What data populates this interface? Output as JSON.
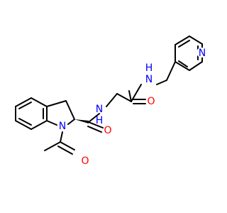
{
  "colors": {
    "bond": "#000000",
    "nitrogen": "#0000ff",
    "oxygen": "#ff0000",
    "background": "#ffffff"
  },
  "atom_labels": {
    "n_pyridine": "N",
    "n_amide_upper": "H\nN",
    "o_amide_upper": "O",
    "n_amide_middle": "N\nH",
    "o_amide_lower": "O",
    "n_indoline": "N",
    "o_acetyl": "O"
  }
}
